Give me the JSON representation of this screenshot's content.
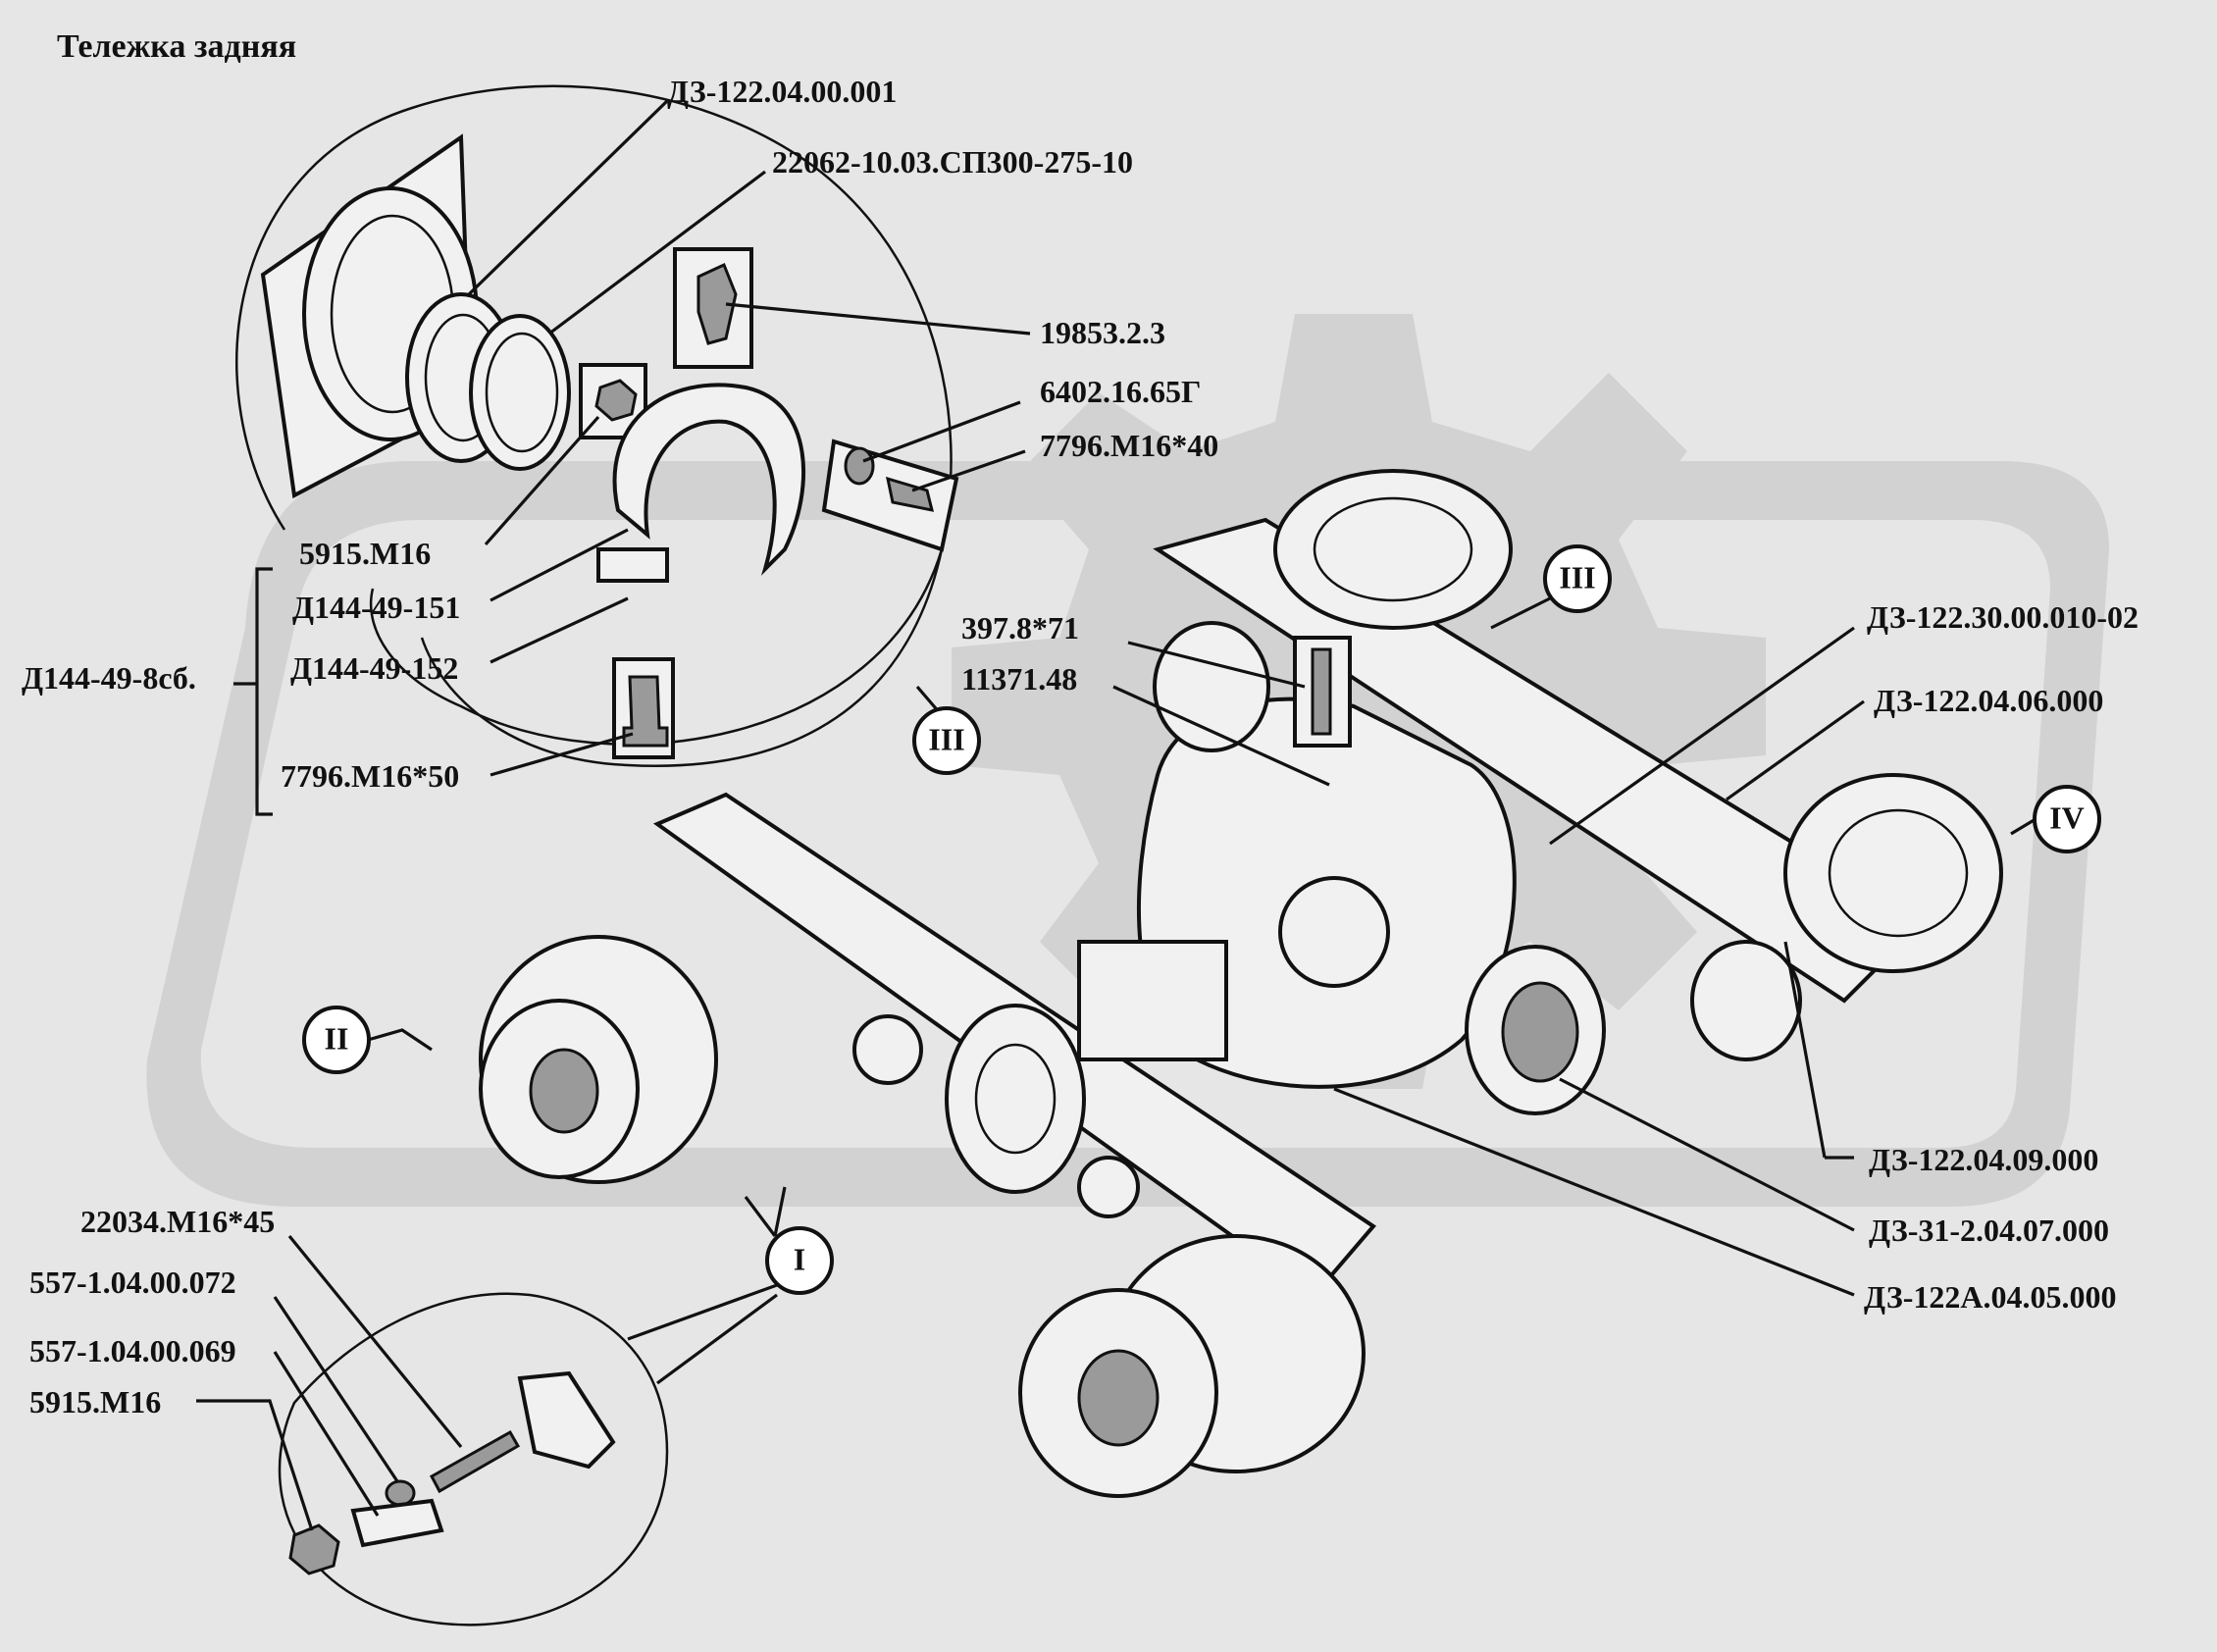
{
  "title": "Тележка задняя",
  "labels": {
    "d3_122_04_00_001": "ДЗ-122.04.00.001",
    "p22062": "22062-10.03.СП300-275-10",
    "p19853": "19853.2.3",
    "p6402": "6402.16.65Г",
    "p7796_40": "7796.М16*40",
    "p5915_top": "5915.М16",
    "d144_151": "Д144-49-151",
    "d144_152": "Д144-49-152",
    "d144_8sb": "Д144-49-8сб.",
    "p7796_50": "7796.М16*50",
    "p397": "397.8*71",
    "p11371": "11371.48",
    "d3_30_010_02": "ДЗ-122.30.00.010-02",
    "d3_06_000": "ДЗ-122.04.06.000",
    "d3_09_000": "ДЗ-122.04.09.000",
    "d3_31_07_000": "ДЗ-31-2.04.07.000",
    "d3_122a_05_000": "ДЗ-122А.04.05.000",
    "p22034": "22034.М16*45",
    "p557_072": "557-1.04.00.072",
    "p557_069": "557-1.04.00.069",
    "p5915_bot": "5915.М16"
  },
  "callouts": {
    "i": "I",
    "ii": "II",
    "iii_top": "III",
    "iii_right": "III",
    "iv": "IV"
  },
  "colors": {
    "background": "#e6e6e6",
    "ink": "#111111",
    "watermark": "#d2d2d2"
  }
}
